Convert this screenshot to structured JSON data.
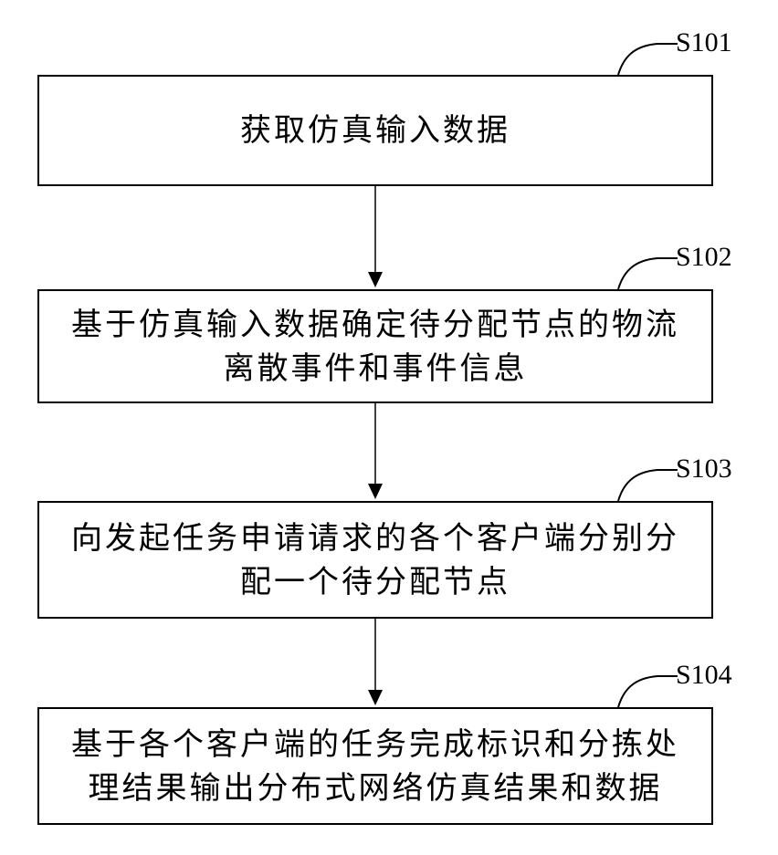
{
  "steps": [
    {
      "id": "S101",
      "text": "获取仿真输入数据"
    },
    {
      "id": "S102",
      "text": "基于仿真输入数据确定待分配节点的物流离散事件和事件信息"
    },
    {
      "id": "S103",
      "text": "向发起任务申请请求的各个客户端分别分配一个待分配节点"
    },
    {
      "id": "S104",
      "text": "基于各个客户端的任务完成标识和分拣处理结果输出分布式网络仿真结果和数据"
    }
  ]
}
